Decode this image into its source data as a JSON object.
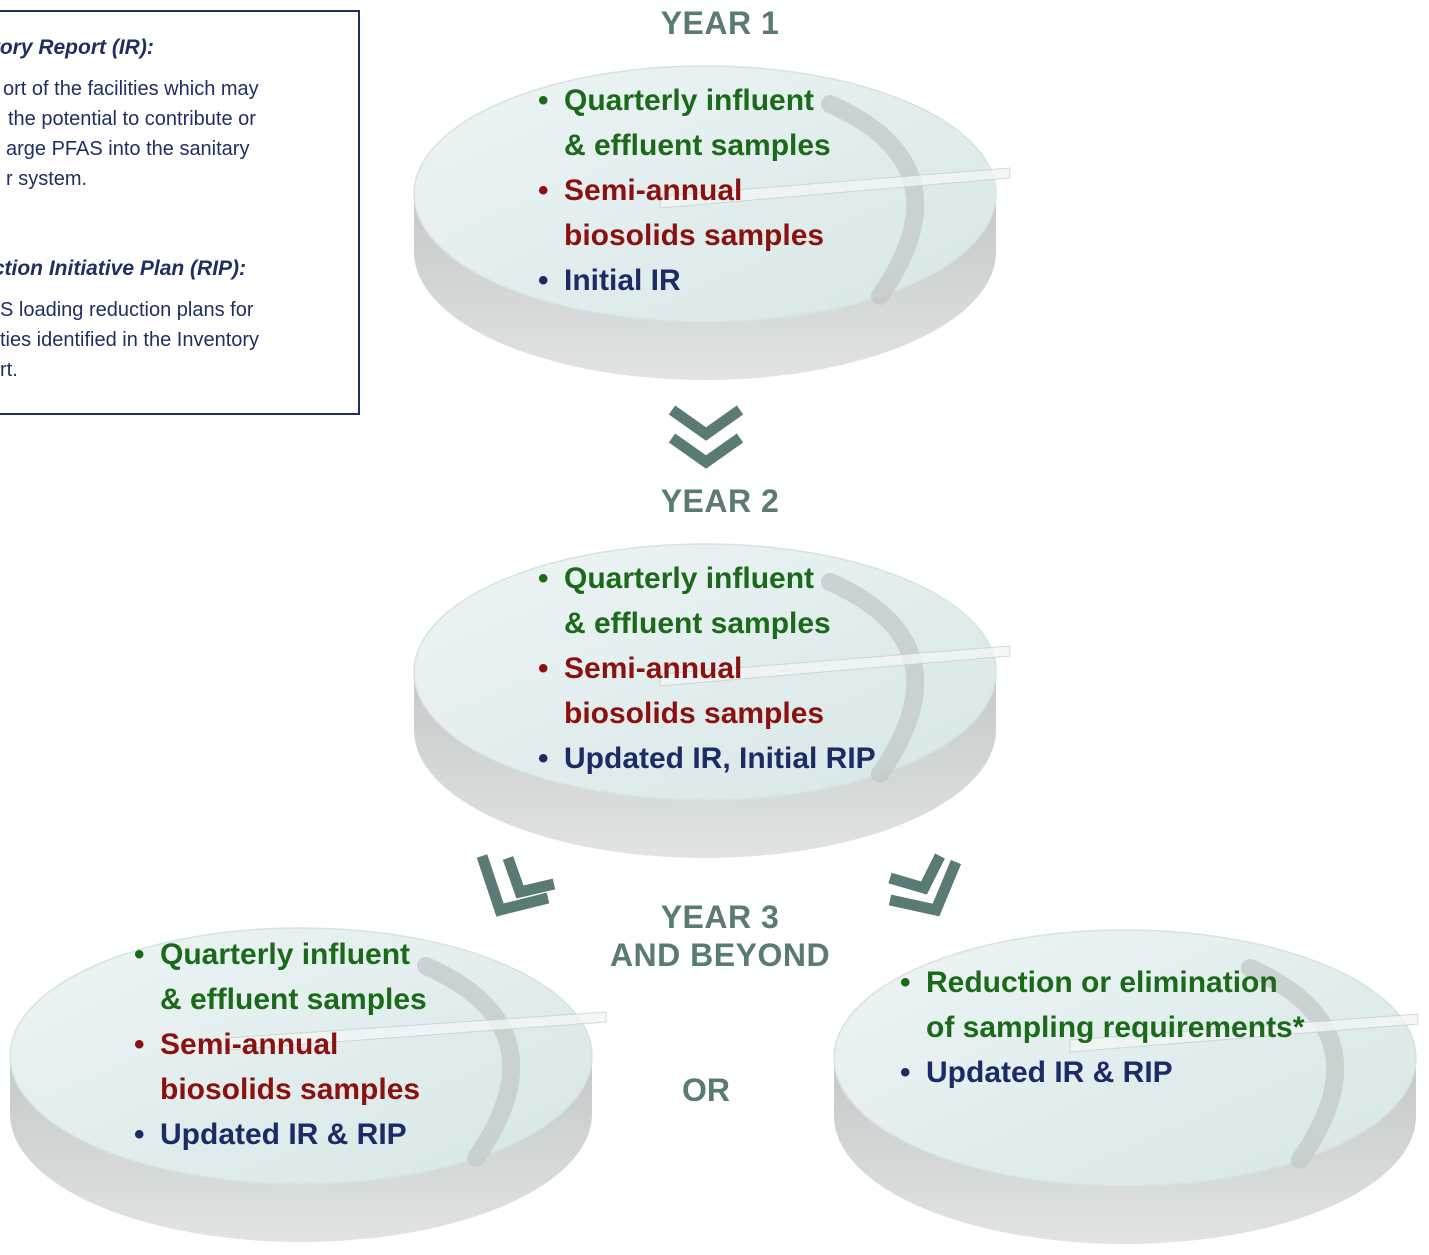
{
  "legend": {
    "ir_term": "ntory Report (IR):",
    "ir_def_lines": [
      "ort of the facilities which may",
      "the potential to contribute or",
      "arge PFAS into the sanitary",
      "r system."
    ],
    "rip_term": "uction Initiative Plan (RIP):",
    "rip_def_lines": [
      "S loading reduction plans for",
      "ties identified in the Inventory",
      "rt."
    ]
  },
  "year1": {
    "label": "YEAR 1",
    "items": [
      {
        "line1": "Quarterly influent",
        "line2": "& effluent samples",
        "color": "#1a6a1a"
      },
      {
        "line1": "Semi-annual",
        "line2": "biosolids samples",
        "color": "#8b1010"
      },
      {
        "line1": "Initial IR",
        "line2": "",
        "color": "#1c2a66"
      }
    ]
  },
  "year2": {
    "label": "YEAR 2",
    "items": [
      {
        "line1": "Quarterly influent",
        "line2": "& effluent samples",
        "color": "#1a6a1a"
      },
      {
        "line1": "Semi-annual",
        "line2": "biosolids samples",
        "color": "#8b1010"
      },
      {
        "line1": "Updated IR, Initial RIP",
        "line2": "",
        "color": "#1c2a66"
      }
    ]
  },
  "year3": {
    "label_line1": "YEAR 3",
    "label_line2": "AND BEYOND",
    "or_label": "OR",
    "left": {
      "items": [
        {
          "line1": "Quarterly influent",
          "line2": "& effluent samples",
          "color": "#1a6a1a"
        },
        {
          "line1": "Semi-annual",
          "line2": "biosolids samples",
          "color": "#8b1010"
        },
        {
          "line1": "Updated IR & RIP",
          "line2": "",
          "color": "#1c2a66"
        }
      ]
    },
    "right": {
      "items": [
        {
          "line1": "Reduction or elimination",
          "line2": "of sampling requirements*",
          "color": "#1a6a1a"
        },
        {
          "line1": "Updated IR & RIP",
          "line2": "",
          "color": "#1c2a66"
        }
      ]
    }
  },
  "bullet_char": "•",
  "colors": {
    "legend_border": "#1f2e63",
    "year_label": "#5a7a75",
    "disc_face": "#e4efef",
    "disc_edge": "#c9cccc",
    "chevron": "#5a7a75"
  }
}
